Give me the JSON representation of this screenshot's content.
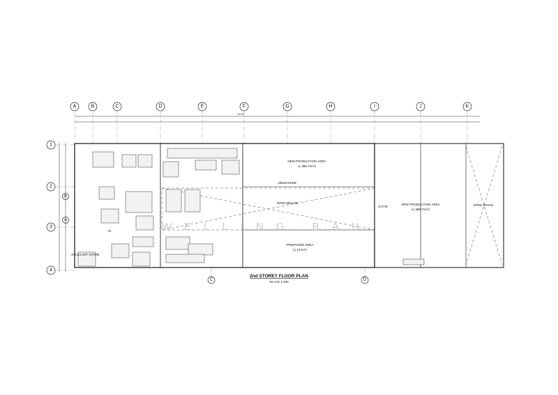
{
  "title": "2nd STOREY FLOOR PLAN",
  "scale": "SCALE 1:200",
  "watermark": "WELLING BAH",
  "grid_columns": [
    "A",
    "B",
    "C",
    "D",
    "E",
    "F",
    "G",
    "H",
    "I",
    "J",
    "K"
  ],
  "grid_rows": [
    "1",
    "2",
    "3",
    "4"
  ],
  "intermediate_rows": [
    "B",
    "A"
  ],
  "section_markers": [
    "C",
    "D"
  ],
  "overall_dimension": "40300",
  "rooms": {
    "new_production_area_1": "NEW PRODUCTION AREA",
    "new_production_area_1_size": "(± 388.71m²)",
    "mezzanine": "MEZZANINE",
    "open_below": "OPEN BELOW",
    "altar": "ALTAR",
    "new_production_area_2": "NEW PRODUCTION AREA",
    "new_production_area_2_size": "(± 388.71m²)",
    "open_space": "OPEN SPACE",
    "proposed_area": "PROPOSED AREA",
    "proposed_area_size": "(± 147m²)",
    "ancillary_store": "ANCILLARY STORE",
    "room_m": "M"
  }
}
